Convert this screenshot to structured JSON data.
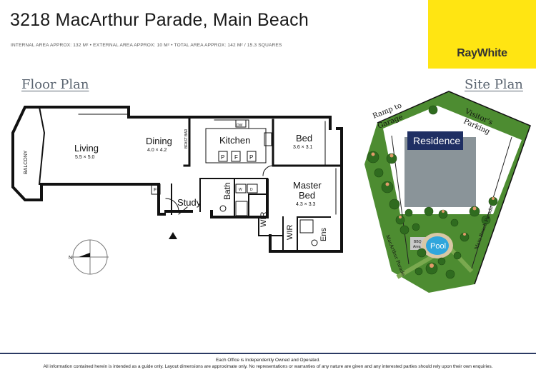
{
  "header": {
    "title": "3218 MacArthur Parade, Main Beach",
    "areas": "INTERNAL AREA APPROX: 132 M² • EXTERNAL AREA APPROX: 10 M² • TOTAL AREA APPROX: 142 M² / 15.3 SQUARES"
  },
  "brand": {
    "name": "RayWhite",
    "color": "#ffe512"
  },
  "floor_plan": {
    "heading": "Floor Plan",
    "rooms": {
      "balcony": "BALCONY",
      "living": "Living",
      "living_dim": "5.5 × 5.0",
      "dining": "Dining",
      "dining_dim": "4.0 × 4.2",
      "kitchen": "Kitchen",
      "bed": "Bed",
      "bed_dim": "3.6 × 3.1",
      "master": "Master",
      "master2": "Bed",
      "master_dim": "4.3 × 3.3",
      "study": "Study",
      "bath": "Bath",
      "wir1": "WIR",
      "wir2": "WIR",
      "ens": "Ens",
      "pantry": "P",
      "fridge": "F",
      "dw": "DW",
      "wm": "W",
      "dryer": "D",
      "breakfast": "BFAST BAR"
    },
    "compass": "N"
  },
  "site_plan": {
    "heading": "Site Plan",
    "labels": {
      "ramp": "Ramp to",
      "ramp2": "Garage",
      "visitors": "Visitor's",
      "visitors2": "Parking",
      "residence": "Residence",
      "bbq": "BBQ",
      "bbq2": "Area",
      "pool": "Pool",
      "street_left": "MacArthur Parade",
      "street_right": "Main Beach Parade"
    }
  },
  "footer": {
    "line1": "Each Office is Independently Owned and Operated.",
    "line2": "All information contained herein is intended as a guide only. Layout dimensions are approximate only. No representations or warranties of any nature are given and any interested parties should rely upon their own enquiries."
  }
}
